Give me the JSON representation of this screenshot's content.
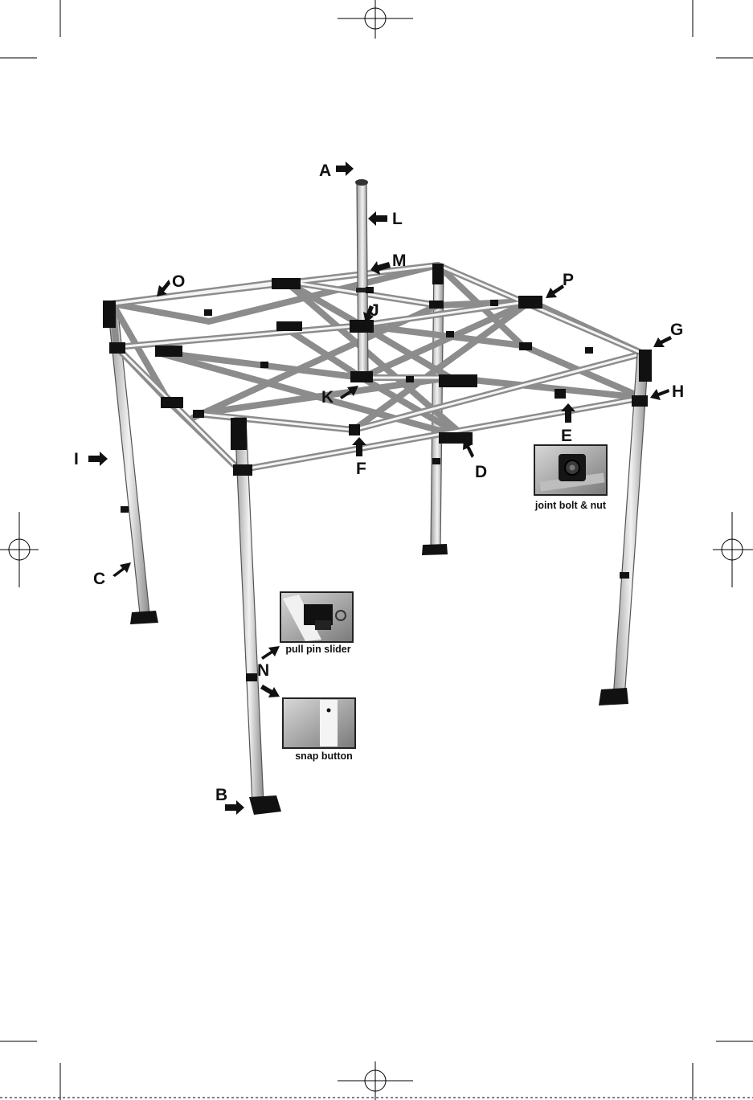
{
  "diagram": {
    "labels": {
      "A": "A",
      "B": "B",
      "C": "C",
      "D": "D",
      "E": "E",
      "F": "F",
      "G": "G",
      "H": "H",
      "I": "I",
      "J": "J",
      "K": "K",
      "L": "L",
      "M": "M",
      "N": "N",
      "O": "O",
      "P": "P"
    },
    "insets": {
      "joint": "joint bolt & nut",
      "pull_pin": "pull pin slider",
      "snap": "snap button"
    }
  }
}
